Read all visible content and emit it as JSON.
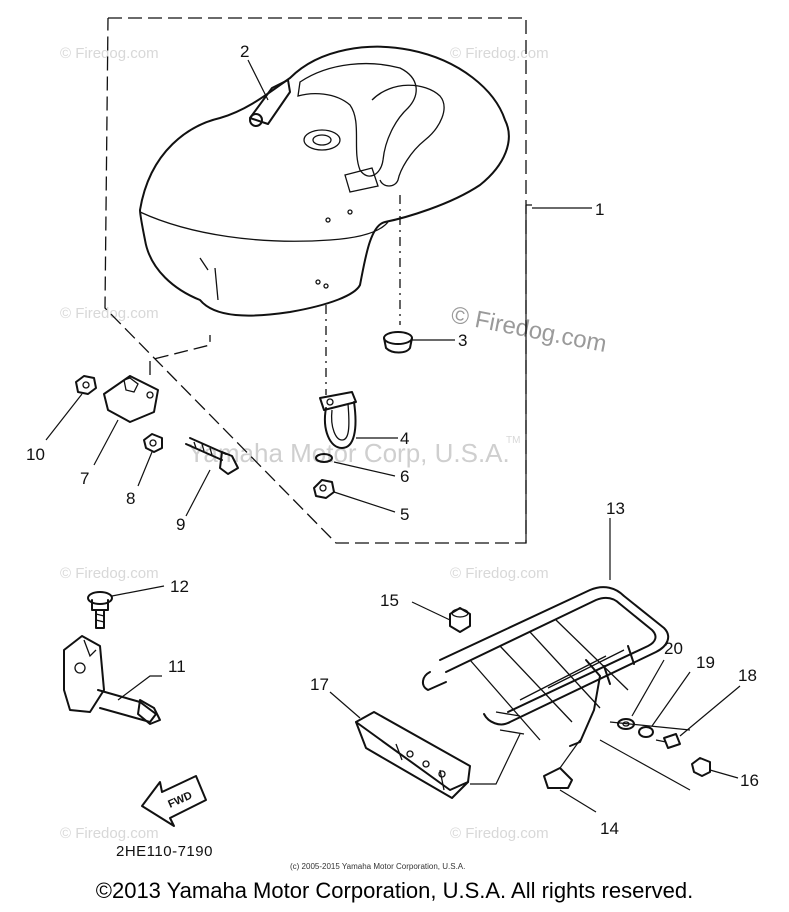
{
  "watermarks": {
    "tile": "© Firedog.com",
    "main": "© Firedog.com",
    "corp": "Yamaha Motor Corp, U.S.A.",
    "tm": "TM"
  },
  "callouts": [
    "1",
    "2",
    "3",
    "4",
    "5",
    "6",
    "7",
    "8",
    "9",
    "10",
    "11",
    "12",
    "13",
    "14",
    "15",
    "16",
    "17",
    "18",
    "19",
    "20"
  ],
  "fwd_label": "FWD",
  "diagram_code": "2HE110-7190",
  "small_copyright": "(c) 2005-2015 Yamaha Motor Corporation, U.S.A.",
  "copyright": "©2013 Yamaha Motor Corporation, U.S.A. All rights reserved."
}
